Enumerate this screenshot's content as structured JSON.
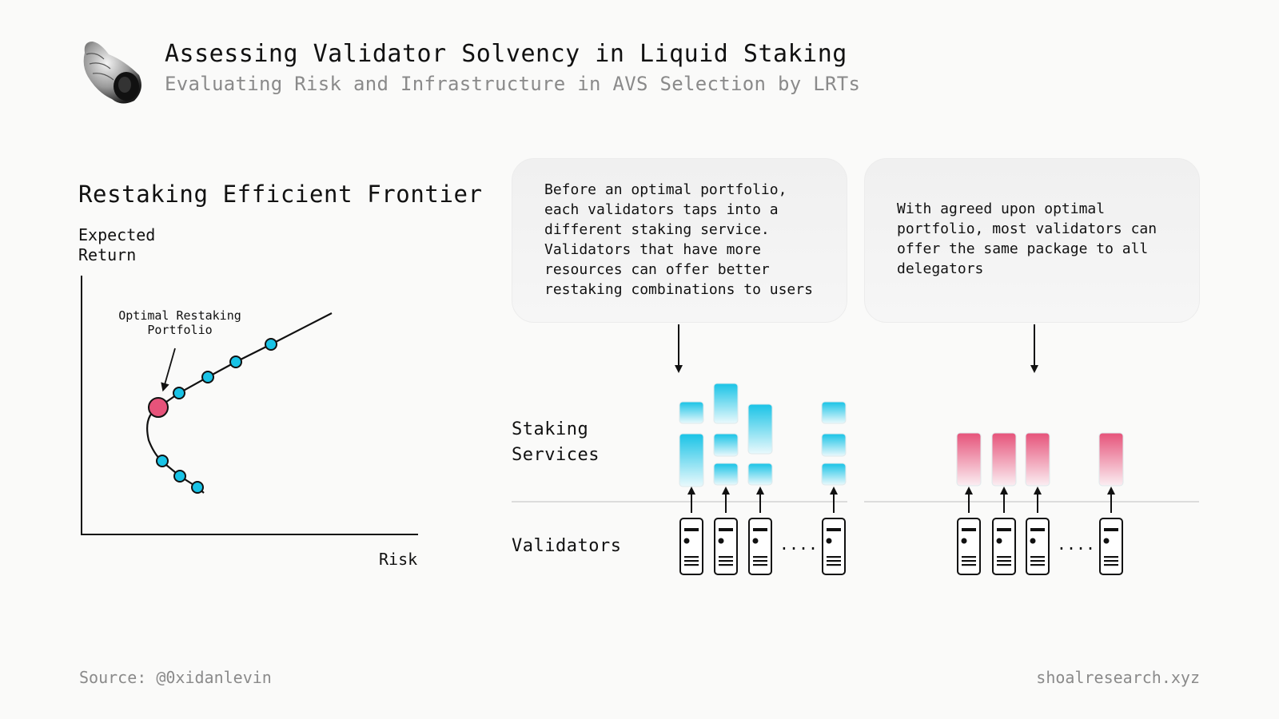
{
  "header": {
    "title": "Assessing Validator Solvency in Liquid Staking",
    "subtitle": "Evaluating Risk and Infrastructure in AVS Selection by LRTs",
    "logo_icon": "seashell-icon"
  },
  "frontier": {
    "title": "Restaking Efficient Frontier",
    "ylabel_line1": "Expected",
    "ylabel_line2": "Return",
    "xlabel": "Risk",
    "callout_line1": "Optimal Restaking",
    "callout_line2": "Portfolio",
    "point_color": "#19c3e6",
    "optimal_color": "#e6537a"
  },
  "bubbles": {
    "left": "Before an optimal portfolio, each validators taps into a different staking service. Validators that have more resources can offer better restaking combinations to users",
    "right": "With agreed upon optimal portfolio, most validators can offer the same package to all delegators"
  },
  "rows": {
    "staking_line1": "Staking",
    "staking_line2": "Services",
    "validators": "Validators",
    "ellipsis": "...."
  },
  "colors": {
    "cyan": "#19c3e6",
    "pink": "#e6537a"
  },
  "footer": {
    "source": "Source: @0xidanlevin",
    "site": "shoalresearch.xyz"
  }
}
